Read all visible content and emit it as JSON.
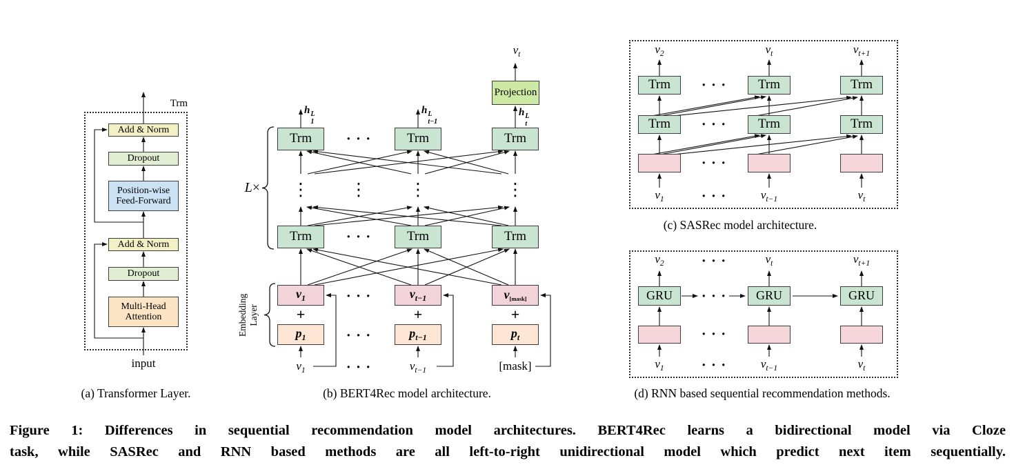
{
  "panel_a": {
    "corner_label": "Trm",
    "add_norm_top": "Add & Norm",
    "dropout_top": "Dropout",
    "ffn_l1": "Position-wise",
    "ffn_l2": "Feed-Forward",
    "add_norm_bottom": "Add & Norm",
    "dropout_bottom": "Dropout",
    "mha_l1": "Multi-Head",
    "mha_l2": "Attention",
    "input_label": "input",
    "caption": "(a) Transformer Layer."
  },
  "panel_b": {
    "trm": "Trm",
    "projection": "Projection",
    "l_label": {
      "base": "L",
      "times": "×"
    },
    "embedding_l1": "Embedding",
    "embedding_l2": "Layer",
    "plus": "+",
    "hdots": "· · ·",
    "vdots": "⋮",
    "output": {
      "base": "v",
      "sub": "t"
    },
    "h_labels": [
      {
        "base": "h",
        "sup": "L",
        "sub": "1"
      },
      {
        "base": "h",
        "sup": "L",
        "sub": "t−1"
      },
      {
        "base": "h",
        "sup": "L",
        "sub": "t"
      }
    ],
    "v_boxes": [
      {
        "base": "v",
        "sub": "1"
      },
      {
        "base": "v",
        "sub": "t−1"
      },
      {
        "base": "v",
        "sub": "[mask]"
      }
    ],
    "p_boxes": [
      {
        "base": "p",
        "sub": "1"
      },
      {
        "base": "p",
        "sub": "t−1"
      },
      {
        "base": "p",
        "sub": "t"
      }
    ],
    "inputs": [
      {
        "base": "v",
        "sub": "1"
      },
      {
        "base": "v",
        "sub": "t−1"
      },
      {
        "base": "[mask]",
        "sub": ""
      }
    ],
    "caption": "(b) BERT4Rec model architecture."
  },
  "panel_c": {
    "trm": "Trm",
    "hdots": "· · ·",
    "outputs": [
      {
        "base": "v",
        "sub": "2"
      },
      {
        "base": "v",
        "sub": "t"
      },
      {
        "base": "v",
        "sub": "t+1"
      }
    ],
    "inputs": [
      {
        "base": "v",
        "sub": "1"
      },
      {
        "base": "v",
        "sub": "t−1"
      },
      {
        "base": "v",
        "sub": "t"
      }
    ],
    "caption": "(c) SASRec model architecture."
  },
  "panel_d": {
    "gru": "GRU",
    "hdots": "· · ·",
    "outputs": [
      {
        "base": "v",
        "sub": "2"
      },
      {
        "base": "v",
        "sub": "t"
      },
      {
        "base": "v",
        "sub": "t+1"
      }
    ],
    "inputs": [
      {
        "base": "v",
        "sub": "1"
      },
      {
        "base": "v",
        "sub": "t−1"
      },
      {
        "base": "v",
        "sub": "t"
      }
    ],
    "caption": "(d) RNN based sequential recommendation methods."
  },
  "figure_caption": {
    "line1": "Figure 1: Differences in sequential recommendation model architectures. BERT4Rec learns a bidirectional model via Cloze",
    "line2": "task, while SASRec and RNN based methods are all left-to-right unidirectional model which predict next item sequentially."
  },
  "colors": {
    "trm_green": "#c9e5d2",
    "projection_green": "#cdeaa4",
    "item_embedding_pink": "#f1d3d9",
    "position_embedding_peach": "#fce5d2",
    "embedding_pink": "#f6d6da",
    "add_norm_yellow": "#f2f0c5",
    "dropout_green": "#e1eed3",
    "feed_forward_blue": "#cae2f3",
    "attention_orange": "#fce4c5",
    "box_border": "#3c3c3c",
    "line": "#111111"
  }
}
